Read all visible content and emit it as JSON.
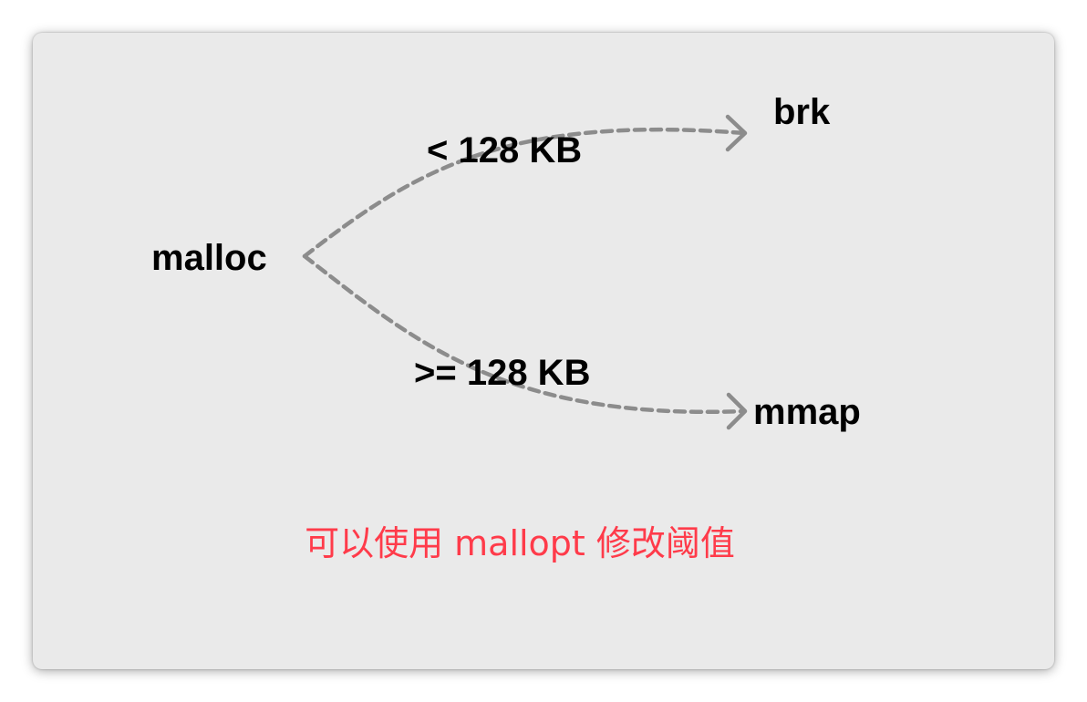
{
  "diagram": {
    "source_node": "malloc",
    "targets": [
      {
        "node": "brk",
        "edge_label": "< 128 KB"
      },
      {
        "node": "mmap",
        "edge_label": ">= 128 KB"
      }
    ],
    "note": "可以使用 mallopt 修改阈值",
    "colors": {
      "background": "#eaeaea",
      "arrow": "#8c8c8c",
      "text": "#000000",
      "note": "#ff3b4a"
    }
  }
}
